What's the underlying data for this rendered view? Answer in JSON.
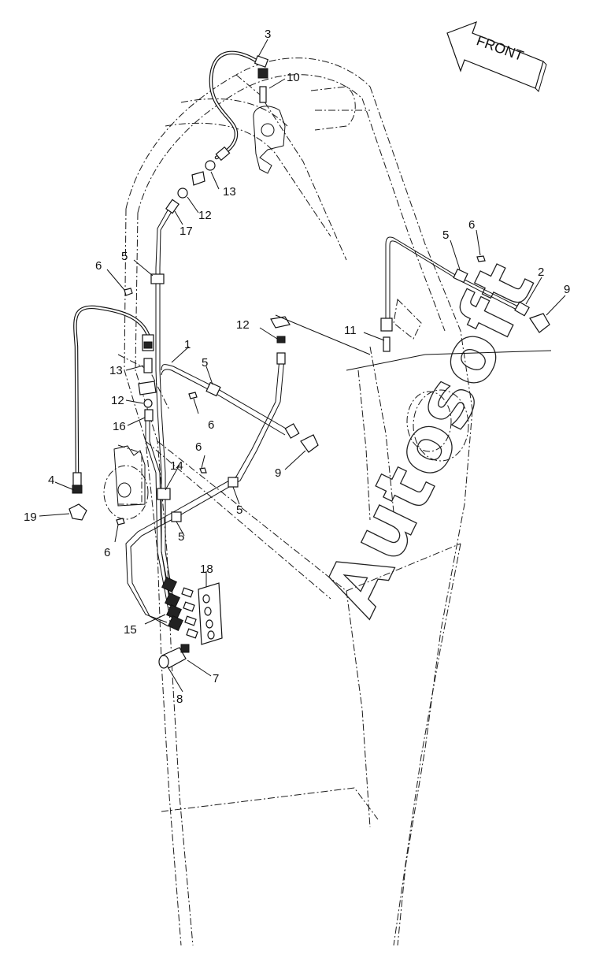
{
  "header": {
    "tiny_mark": ""
  },
  "front_arrow": {
    "label": "FRONT"
  },
  "watermark": {
    "text": "Autosoft"
  },
  "callouts": {
    "c1": "1",
    "c2": "2",
    "c3": "3",
    "c4": "4",
    "c5a": "5",
    "c5b": "5",
    "c5c": "5",
    "c5d": "5",
    "c5e": "5",
    "c6a": "6",
    "c6b": "6",
    "c6c": "6",
    "c6d": "6",
    "c6e": "6",
    "c7": "7",
    "c8": "8",
    "c9a": "9",
    "c9b": "9",
    "c10": "10",
    "c11": "11",
    "c12a": "12",
    "c12b": "12",
    "c12c": "12",
    "c13a": "13",
    "c13b": "13",
    "c14": "14",
    "c15": "15",
    "c16": "16",
    "c17": "17",
    "c18": "18",
    "c19": "19"
  }
}
